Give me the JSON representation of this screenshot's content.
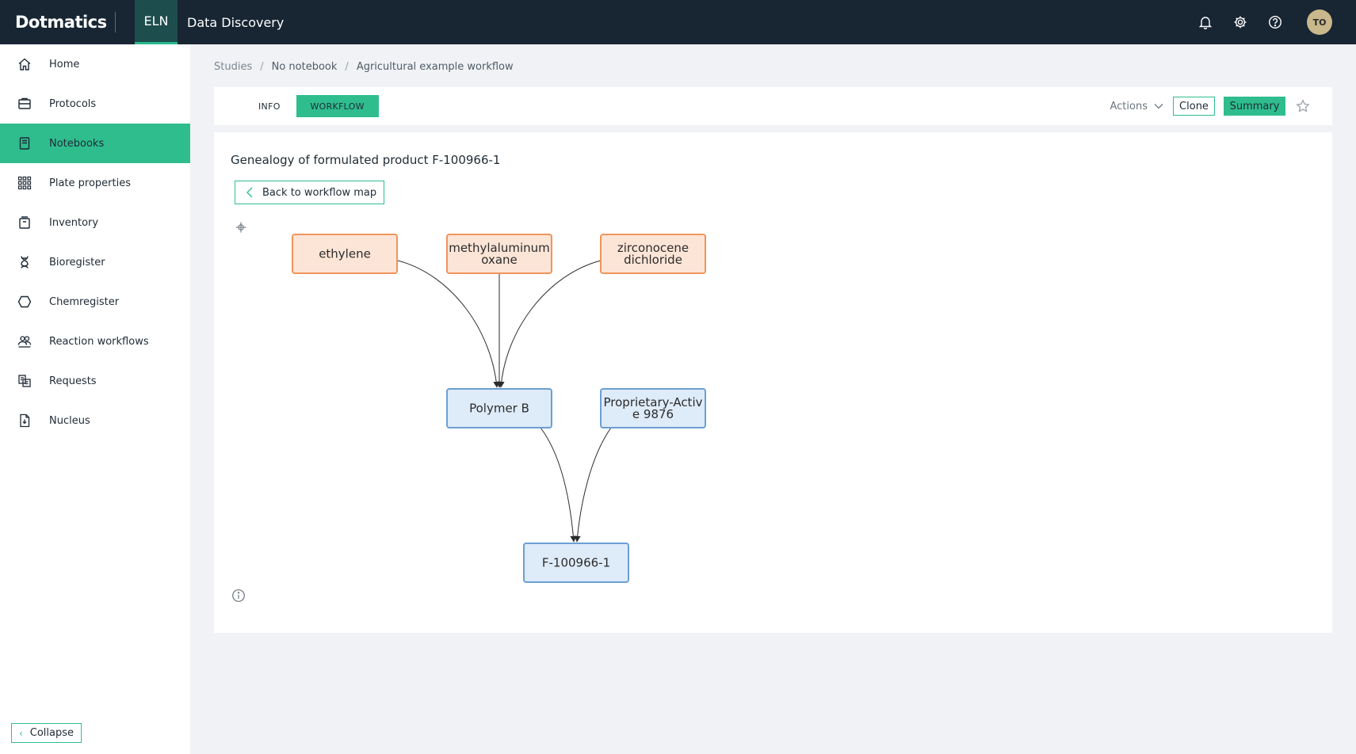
{
  "topbar": {
    "logo": "Dotmatics",
    "nav": [
      {
        "label": "ELN",
        "active": true
      },
      {
        "label": "Data Discovery",
        "active": false
      }
    ],
    "icons": [
      "bell-icon",
      "gear-icon",
      "help-icon"
    ],
    "avatar_initials": "TO"
  },
  "sidebar": {
    "items": [
      {
        "label": "Home",
        "icon": "home-icon",
        "active": false
      },
      {
        "label": "Protocols",
        "icon": "protocols-icon",
        "active": false
      },
      {
        "label": "Notebooks",
        "icon": "notebook-icon",
        "active": true
      },
      {
        "label": "Plate properties",
        "icon": "plate-grid-icon",
        "active": false
      },
      {
        "label": "Inventory",
        "icon": "inventory-icon",
        "active": false
      },
      {
        "label": "Bioregister",
        "icon": "dna-icon",
        "active": false
      },
      {
        "label": "Chemregister",
        "icon": "hexagon-icon",
        "active": false
      },
      {
        "label": "Reaction workflows",
        "icon": "users-icon",
        "active": false
      },
      {
        "label": "Requests",
        "icon": "requests-icon",
        "active": false
      },
      {
        "label": "Nucleus",
        "icon": "document-icon",
        "active": false
      }
    ],
    "collapse_label": "Collapse"
  },
  "breadcrumb": [
    "Studies",
    "No notebook",
    "Agricultural example workflow"
  ],
  "tabs": {
    "info": "INFO",
    "workflow": "WORKFLOW",
    "active": "WORKFLOW",
    "actions_label": "Actions",
    "clone_label": "Clone",
    "summary_label": "Summary"
  },
  "main": {
    "title": "Genealogy of formulated product F-100966-1",
    "back_label": "Back to workflow map"
  },
  "genealogy": {
    "colors": {
      "input_fill": "#fce5d6",
      "input_border": "#f0945a",
      "product_fill": "#deebf8",
      "product_border": "#6b9fd3",
      "edge": "#2b2b2b"
    },
    "nodes": [
      {
        "id": "ethylene",
        "lines": [
          "ethylene"
        ],
        "kind": "input"
      },
      {
        "id": "methylaluminum",
        "lines": [
          "methylaluminum",
          "oxane"
        ],
        "kind": "input"
      },
      {
        "id": "zirconocene",
        "lines": [
          "zirconocene",
          "dichloride"
        ],
        "kind": "input"
      },
      {
        "id": "polymer-b",
        "lines": [
          "Polymer B"
        ],
        "kind": "product"
      },
      {
        "id": "proprietary",
        "lines": [
          "Proprietary-Activ",
          "e 9876"
        ],
        "kind": "product"
      },
      {
        "id": "f-100966-1",
        "lines": [
          "F-100966-1"
        ],
        "kind": "product"
      }
    ],
    "edges": [
      {
        "from": "ethylene",
        "to": "polymer-b"
      },
      {
        "from": "methylaluminum",
        "to": "polymer-b"
      },
      {
        "from": "zirconocene",
        "to": "polymer-b"
      },
      {
        "from": "polymer-b",
        "to": "f-100966-1"
      },
      {
        "from": "proprietary",
        "to": "f-100966-1"
      }
    ]
  }
}
